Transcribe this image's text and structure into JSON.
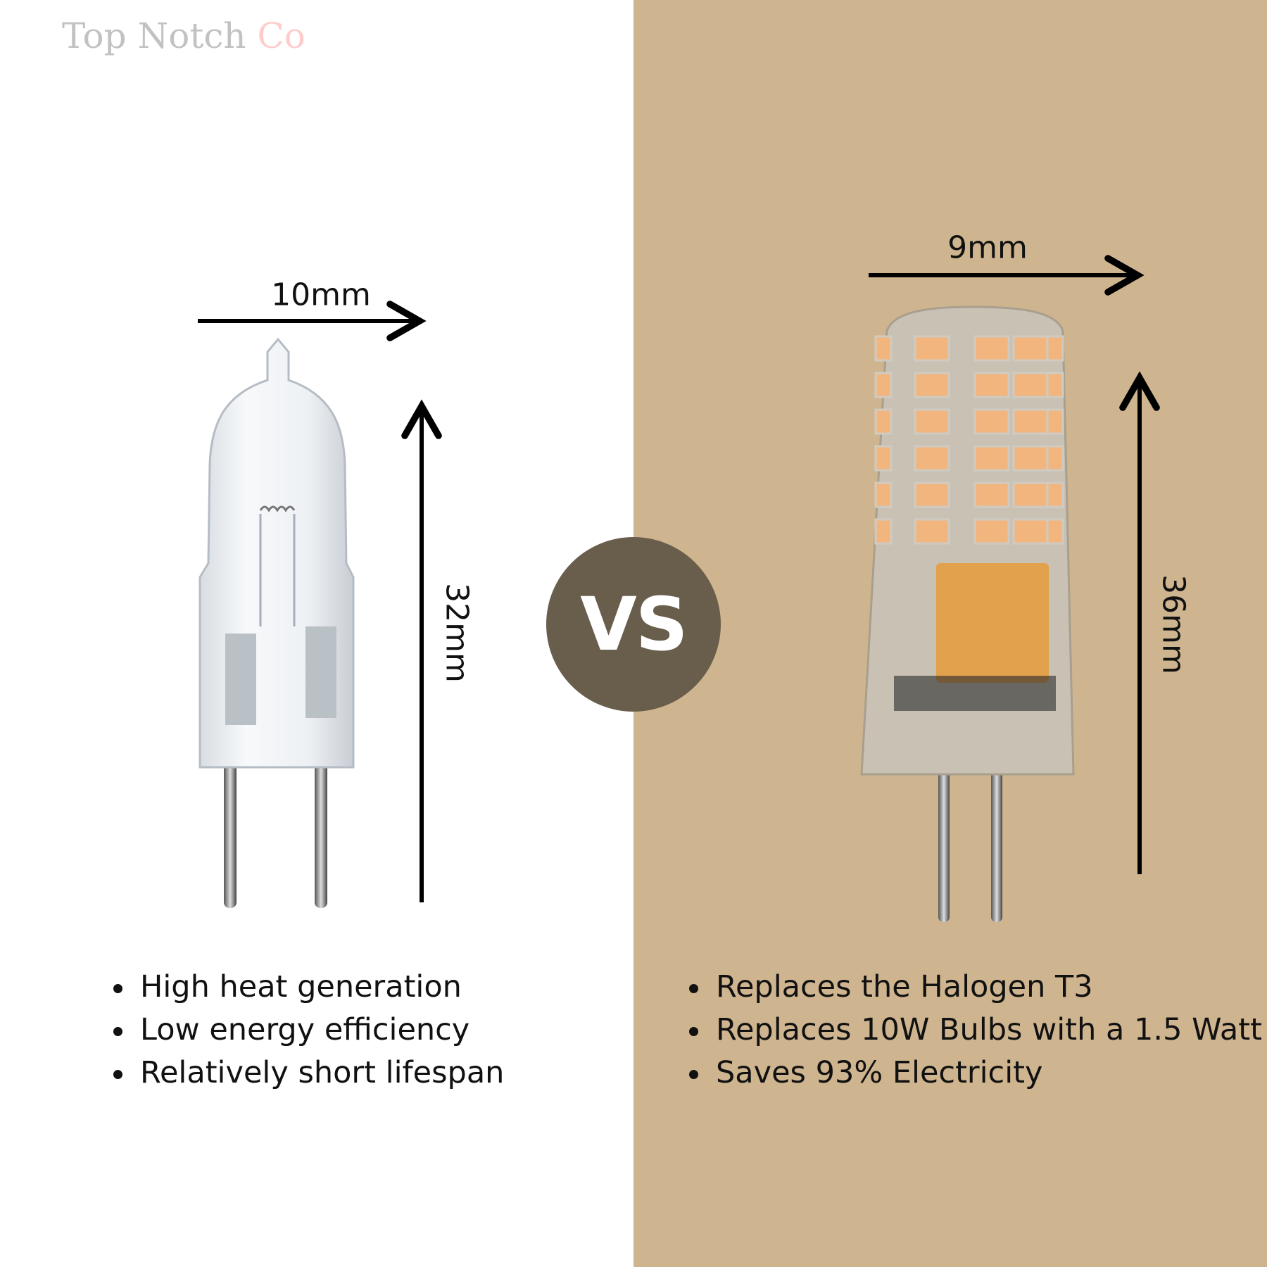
{
  "brand": {
    "name_part1": "Top Notch",
    "name_part2": "Co"
  },
  "vs_label": "VS",
  "colors": {
    "left_bg": "#ffffff",
    "right_bg": "#cfb58f",
    "vs_circle": "#695d4c",
    "logo_gray": "#c2c2c2",
    "logo_pink": "#ffcccc"
  },
  "halogen": {
    "width_label": "10mm",
    "height_label": "32mm",
    "features": [
      "High heat generation",
      "Low energy efficiency",
      "Relatively short lifespan"
    ]
  },
  "led": {
    "width_label": "9mm",
    "height_label": "36mm",
    "features": [
      "Replaces the Halogen T3",
      "Replaces 10W Bulbs with a 1.5 Watt",
      "Saves 93% Electricity"
    ]
  }
}
